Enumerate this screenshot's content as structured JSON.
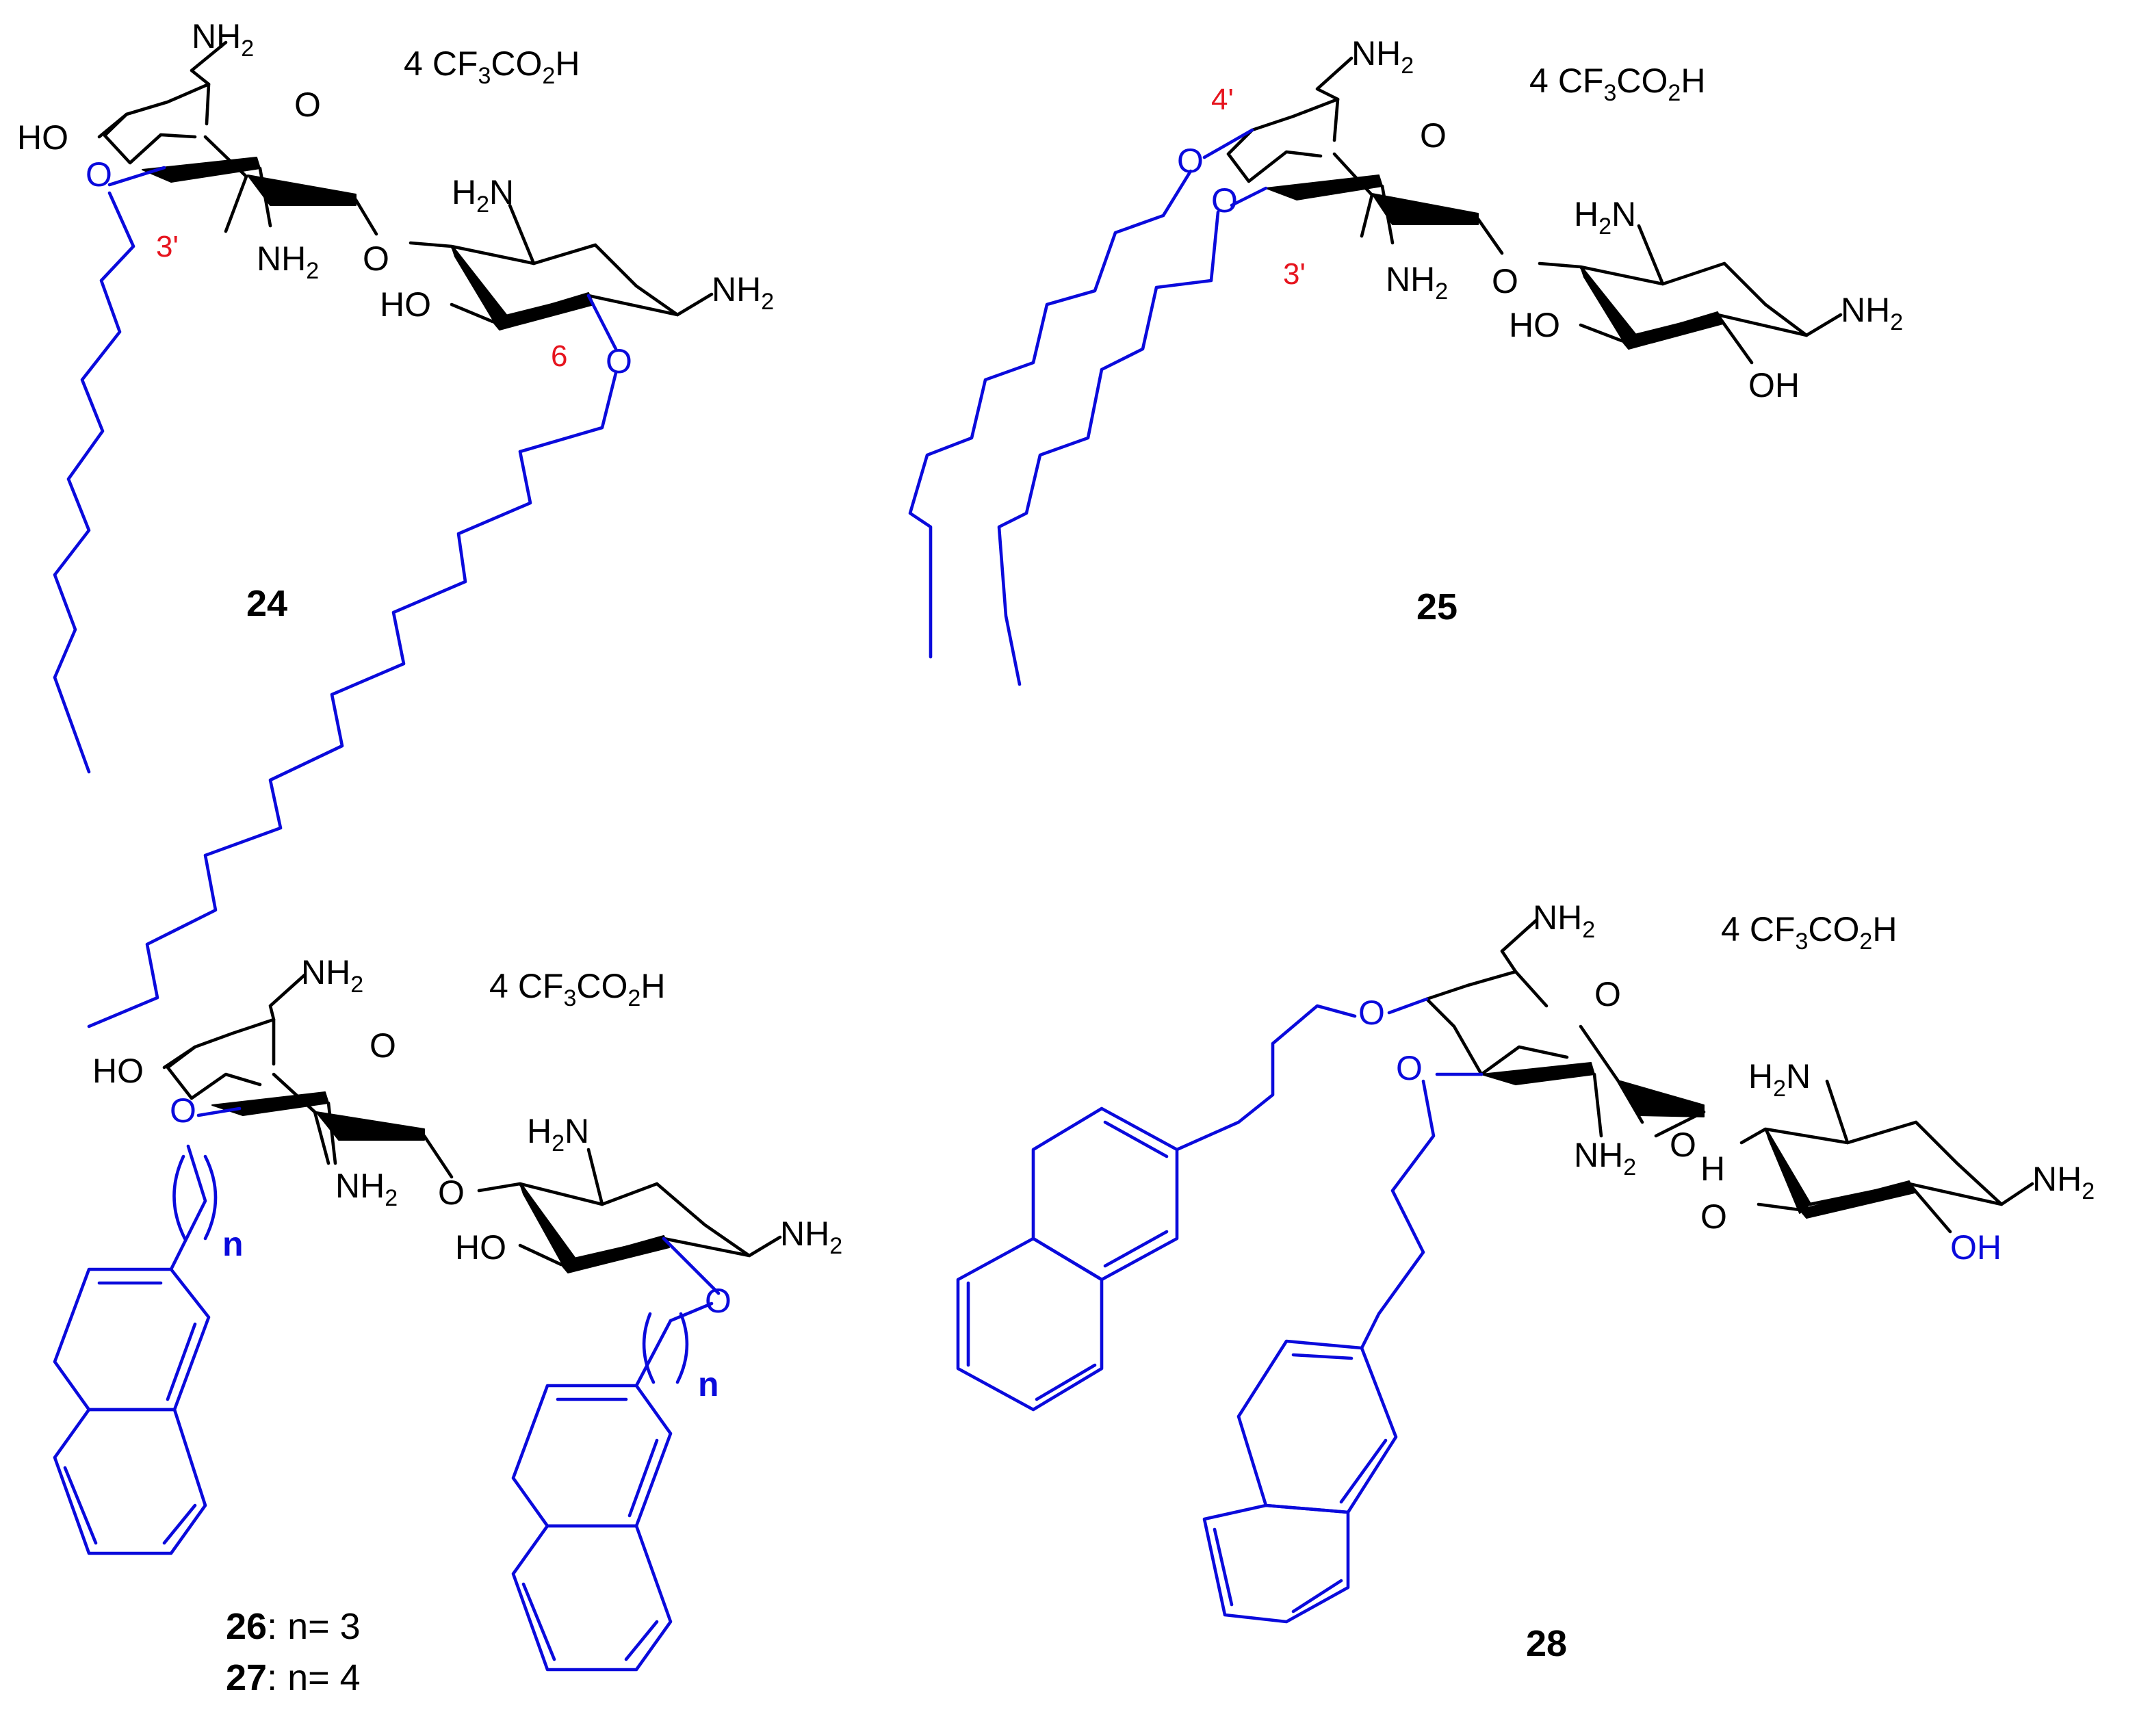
{
  "compounds": [
    {
      "id": "24",
      "salt": {
        "count": "4",
        "pre": "CF",
        "s1": "3",
        "mid": "CO",
        "s2": "2",
        "post": "H"
      },
      "locants": [
        "3'",
        "6"
      ]
    },
    {
      "id": "25",
      "salt": {
        "count": "4",
        "pre": "CF",
        "s1": "3",
        "mid": "CO",
        "s2": "2",
        "post": "H"
      },
      "locants": [
        "4'",
        "3'"
      ]
    },
    {
      "id_a": "26",
      "id_b": "27",
      "legend_a": ": n= 3",
      "legend_b": ": n= 4",
      "repeat_label": "n",
      "salt": {
        "count": "4",
        "pre": "CF",
        "s1": "3",
        "mid": "CO",
        "s2": "2",
        "post": "H"
      }
    },
    {
      "id": "28",
      "salt": {
        "count": "4",
        "pre": "CF",
        "s1": "3",
        "mid": "CO",
        "s2": "2",
        "post": "H"
      }
    }
  ],
  "atoms": {
    "amine_text": "NH",
    "amine_sub": "2",
    "h2n_h": "H",
    "h2n_sub": "2",
    "h2n_n": "N",
    "hydroxyl_left": "HO",
    "hydroxyl_right": "OH",
    "oxygen": "O",
    "hydrogen": "H"
  },
  "colors": {
    "core": "#000000",
    "substituent": "#0a0adc",
    "locant": "#e6141e"
  }
}
